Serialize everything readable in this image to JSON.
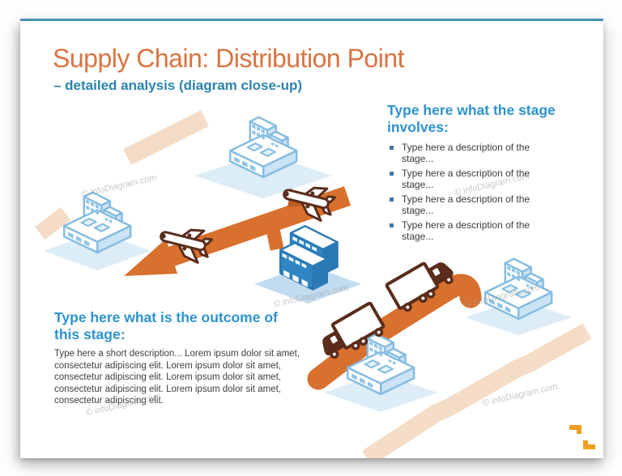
{
  "slide": {
    "title": "Supply Chain: Distribution Point",
    "subtitle": "– detailed analysis (diagram close-up)",
    "accent_bar_color": "#4A90B8"
  },
  "involves": {
    "heading": "Type here what the stage involves:",
    "items": [
      "Type here a description of the stage...",
      "Type here a description of the stage...",
      "Type here a description of the stage...",
      "Type here a description of the stage..."
    ]
  },
  "outcome": {
    "heading": "Type here what is the outcome of this stage:",
    "body": "Type here a short description... Lorem ipsum dolor sit amet, consectetur adipiscing elit. Lorem ipsum dolor sit amet, consectetur adipiscing elit. Lorem ipsum dolor sit amet, consectetur adipiscing elit. Lorem ipsum dolor sit amet, consectetur adipiscing elit."
  },
  "watermark": {
    "text": "© infoDiagram.com"
  },
  "diagram": {
    "icons": [
      "factory-building",
      "factory-building",
      "factory-building",
      "factory-building",
      "warehouse-building",
      "airplane",
      "airplane",
      "delivery-truck",
      "delivery-truck",
      "route-arrow",
      "faded-road"
    ]
  },
  "colors": {
    "title": "#DB7340",
    "subtitle": "#2C83AD",
    "section_heading": "#2D93CE",
    "body_text": "#3E3E3E",
    "route_orange": "#D8702E",
    "route_faded_peach": "#F5DCC6",
    "building_outline_blue": "#84BCE2",
    "warehouse_blue": "#2F86C2",
    "vehicle_outline_brown": "#5B2C1B",
    "platform_blue": "#DCEDF8",
    "logo_orange": "#F39C1E"
  }
}
